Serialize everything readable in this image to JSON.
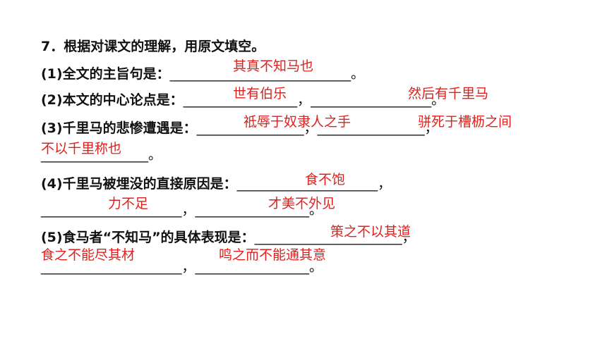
{
  "title": "7．根据对课文的理解，用原文填空。",
  "q1": {
    "prompt": "(1)全文的主旨句是：",
    "blank": "___________________________。",
    "answer": "其真不知马也"
  },
  "q2": {
    "prompt": "(2)本文的中心论点是：",
    "blank1": "_________________，",
    "blank2": "__________________。",
    "answer1": "世有伯乐",
    "answer2": "然后有千里马"
  },
  "q3": {
    "prompt": "(3)千里马的悲惨遭遇是：",
    "blank1": "________________，",
    "blank2": "________________，",
    "blank3": "________________。",
    "answer1": "祗辱于奴隶人之手",
    "answer2": "骈死于槽枥之间",
    "answer3": "不以千里称也"
  },
  "q4": {
    "prompt": "(4)千里马被埋没的直接原因是：",
    "blank1": "_____________________，",
    "blank2": "_____________________，",
    "blank3": "_________________。",
    "answer1": "食不饱",
    "answer2": "力不足",
    "answer3": "才美不外见"
  },
  "q5": {
    "prompt": "(5)食马者“不知马”的具体表现是：",
    "blank1": "______________________，",
    "blank2": "_____________________，",
    "blank3": "_________________。",
    "answer1": "策之不以其道",
    "answer2": "食之不能尽其材",
    "answer3": "鸣之而不能通其意"
  }
}
